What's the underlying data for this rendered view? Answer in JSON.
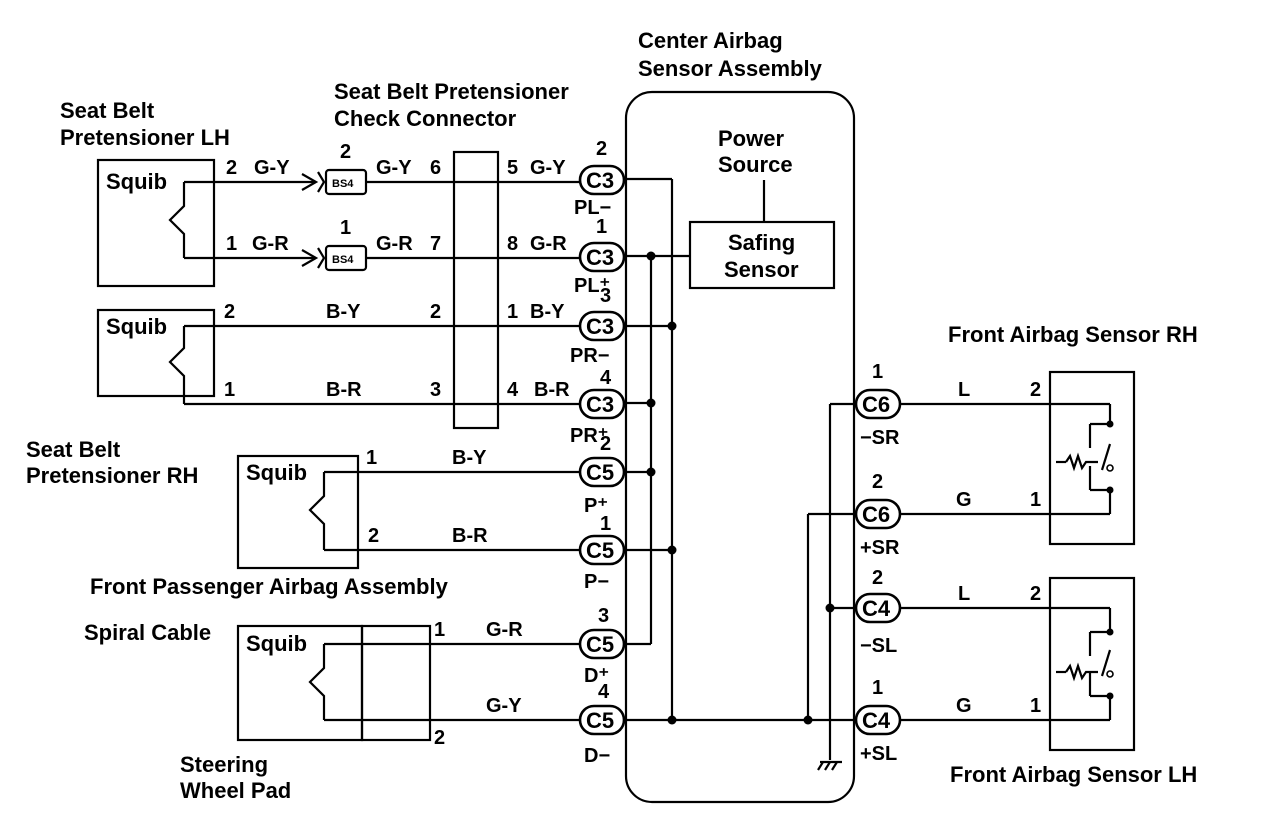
{
  "titles": {
    "center_line1": "Center Airbag",
    "center_line2": "Sensor Assembly",
    "check_line1": "Seat Belt Pretensioner",
    "check_line2": "Check Connector",
    "pre_lh_line1": "Seat Belt",
    "pre_lh_line2": "Pretensioner LH",
    "pre_rh_line1": "Seat Belt",
    "pre_rh_line2": "Pretensioner RH",
    "passenger": "Front Passenger Airbag Assembly",
    "spiral": "Spiral Cable",
    "steering_line1": "Steering",
    "steering_line2": "Wheel Pad",
    "front_rh": "Front Airbag Sensor RH",
    "front_lh": "Front Airbag Sensor LH",
    "power_line1": "Power",
    "power_line2": "Source",
    "safing_line1": "Safing",
    "safing_line2": "Sensor"
  },
  "squib": "Squib",
  "bs4": "BS4",
  "wires": {
    "gy": "G-Y",
    "gr": "G-R",
    "by": "B-Y",
    "br": "B-R",
    "l": "L",
    "g": "G"
  },
  "connectors": {
    "c3": "C3",
    "c5": "C5",
    "c6": "C6",
    "c4": "C4"
  },
  "terminals": {
    "pl_minus": "PL−",
    "pl_plus": "PL⁺",
    "pr_minus": "PR−",
    "pr_plus": "PR⁺",
    "p_plus": "P⁺",
    "p_minus": "P−",
    "d_plus": "D⁺",
    "d_minus": "D−",
    "minus_sr": "−SR",
    "plus_sr": "+SR",
    "minus_sl": "−SL",
    "plus_sl": "+SL"
  },
  "pins": {
    "p1": "1",
    "p2": "2",
    "p3": "3",
    "p4": "4",
    "p5": "5",
    "p6": "6",
    "p7": "7",
    "p8": "8"
  }
}
